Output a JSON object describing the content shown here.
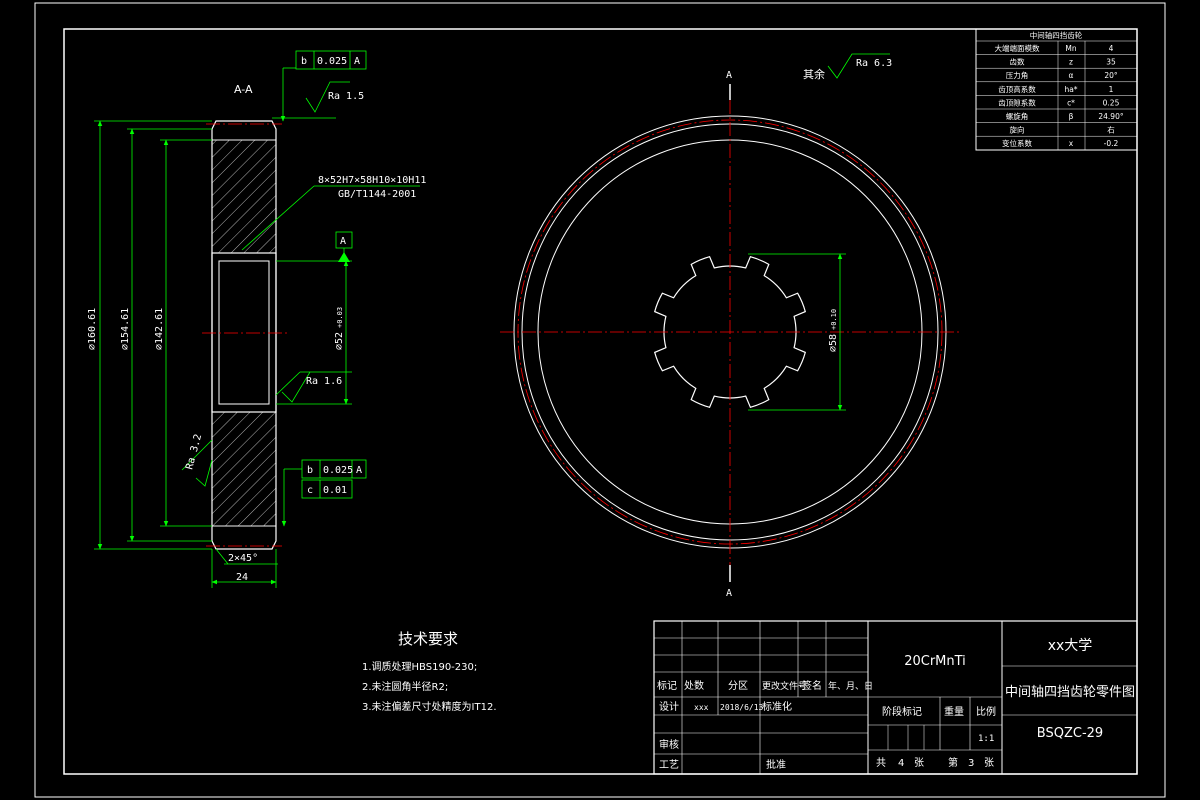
{
  "colors": {
    "background": "#000000",
    "border": "#ffffff",
    "geometry": "#ffffff",
    "dimension": "#00ff00",
    "text": "#ffffff",
    "centerline": "#ff0000"
  },
  "section_view": {
    "label": "A-A",
    "tolerance_top": {
      "symbol": "b",
      "value": "0.025",
      "datum": "A"
    },
    "roughness_top": "Ra 1.5",
    "spline_spec_line1": "8×52H7×58H10×10H11",
    "spline_spec_line2": "GB/T1144-2001",
    "datum_label": "A",
    "dim_outer": "∅160.61",
    "dim_tip": "∅154.61",
    "dim_root": "∅142.61",
    "dim_bore": "∅52",
    "dim_bore_tol": "+0.03",
    "roughness_bore": "Ra 1.6",
    "roughness_left": "Ra 3.2",
    "tolerance_bottom_1": {
      "symbol": "b",
      "value": "0.025",
      "datum": "A"
    },
    "tolerance_bottom_2": {
      "symbol": "c",
      "value": "0.01"
    },
    "chamfer": "2×45°",
    "width": "24"
  },
  "front_view": {
    "section_mark_top": "A",
    "section_mark_bottom": "A",
    "rest_label": "其余",
    "rest_roughness": "Ra 6.3",
    "dim_spline": "∅58",
    "dim_spline_tol": "+0.10"
  },
  "param_table": {
    "title": "中间轴四挡齿轮",
    "rows": [
      {
        "name": "大端端面模数",
        "sym": "Mn",
        "val": "4"
      },
      {
        "name": "齿数",
        "sym": "z",
        "val": "35"
      },
      {
        "name": "压力角",
        "sym": "α",
        "val": "20°"
      },
      {
        "name": "齿顶高系数",
        "sym": "ha*",
        "val": "1"
      },
      {
        "name": "齿顶隙系数",
        "sym": "c*",
        "val": "0.25"
      },
      {
        "name": "螺旋角",
        "sym": "β",
        "val": "24.90°"
      },
      {
        "name": "旋向",
        "sym": "",
        "val": "右"
      },
      {
        "name": "变位系数",
        "sym": "x",
        "val": "-0.2"
      }
    ]
  },
  "tech_req": {
    "title": "技术要求",
    "items": [
      "1.调质处理HBS190-230;",
      "2.未注圆角半径R2;",
      "3.未注偏差尺寸处精度为IT12."
    ]
  },
  "title_block": {
    "material": "20CrMnTi",
    "school": "xx大学",
    "drawing_name": "中间轴四挡齿轮零件图",
    "drawing_no": "BSQZC-29",
    "hdr": [
      "标记",
      "处数",
      "分区",
      "更改文件号",
      "签名",
      "年、月、日"
    ],
    "design_label": "设计",
    "designer": "xxx",
    "design_date": "2018/6/13",
    "standardization": "标准化",
    "review": "审核",
    "process": "工艺",
    "approve": "批准",
    "stage_mark": "阶段标记",
    "weight": "重量",
    "scale_label": "比例",
    "scale": "1:1",
    "total_label_a": "共",
    "total_sheets": "4",
    "total_label_b": "张",
    "sheet_label_a": "第",
    "sheet_no": "3",
    "sheet_label_b": "张"
  }
}
